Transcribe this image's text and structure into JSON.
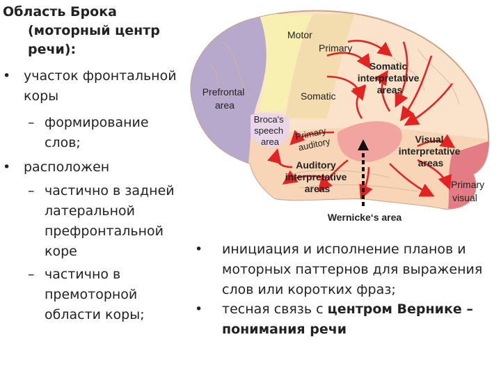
{
  "left": {
    "title": [
      "Область Брока",
      "(моторный центр",
      "речи):"
    ],
    "bullet1": [
      "участок фронтальной",
      "коры"
    ],
    "sub1": [
      "формирование",
      "слов;"
    ],
    "bullet2": [
      "расположен"
    ],
    "sub2": [
      "частично в задней",
      "латеральной",
      "префронтальной",
      "коре"
    ],
    "sub3": [
      "частично в",
      "премоторной",
      "области коры;"
    ]
  },
  "right": {
    "bullet1": [
      "инициация и исполнение планов и",
      "моторных паттернов для выражения",
      "слов или коротких фраз;"
    ],
    "bullet2_plain": "тесная связь с ",
    "bullet2_bold": "центром Вернике –",
    "bullet2_line2": "понимания речи"
  },
  "diagram": {
    "labels": {
      "motor": "Motor",
      "primary": "Primary",
      "somatic_interp": [
        "Somatic",
        "interpretative",
        "areas"
      ],
      "prefrontal": [
        "Prefrontal",
        "area"
      ],
      "somatic": "Somatic",
      "broca": [
        "Broca's",
        "speech",
        "area"
      ],
      "primary_auditory": [
        "Primary",
        "auditory"
      ],
      "visual_interp": [
        "Visual",
        "interpretative",
        "areas"
      ],
      "auditory_interp": [
        "Auditory",
        "interpretative",
        "areas"
      ],
      "primary_visual": [
        "Primary",
        "visual"
      ],
      "wernicke": "Wernicke‘s area"
    },
    "colors": {
      "prefrontal": "#b6a9cc",
      "motor": "#f7f0b0",
      "somatic": "#f3dcae",
      "association": "#fbe3cb",
      "wernicke": "#f2a5a0",
      "visual": "#e37c85",
      "arrow": "#e52222"
    }
  }
}
